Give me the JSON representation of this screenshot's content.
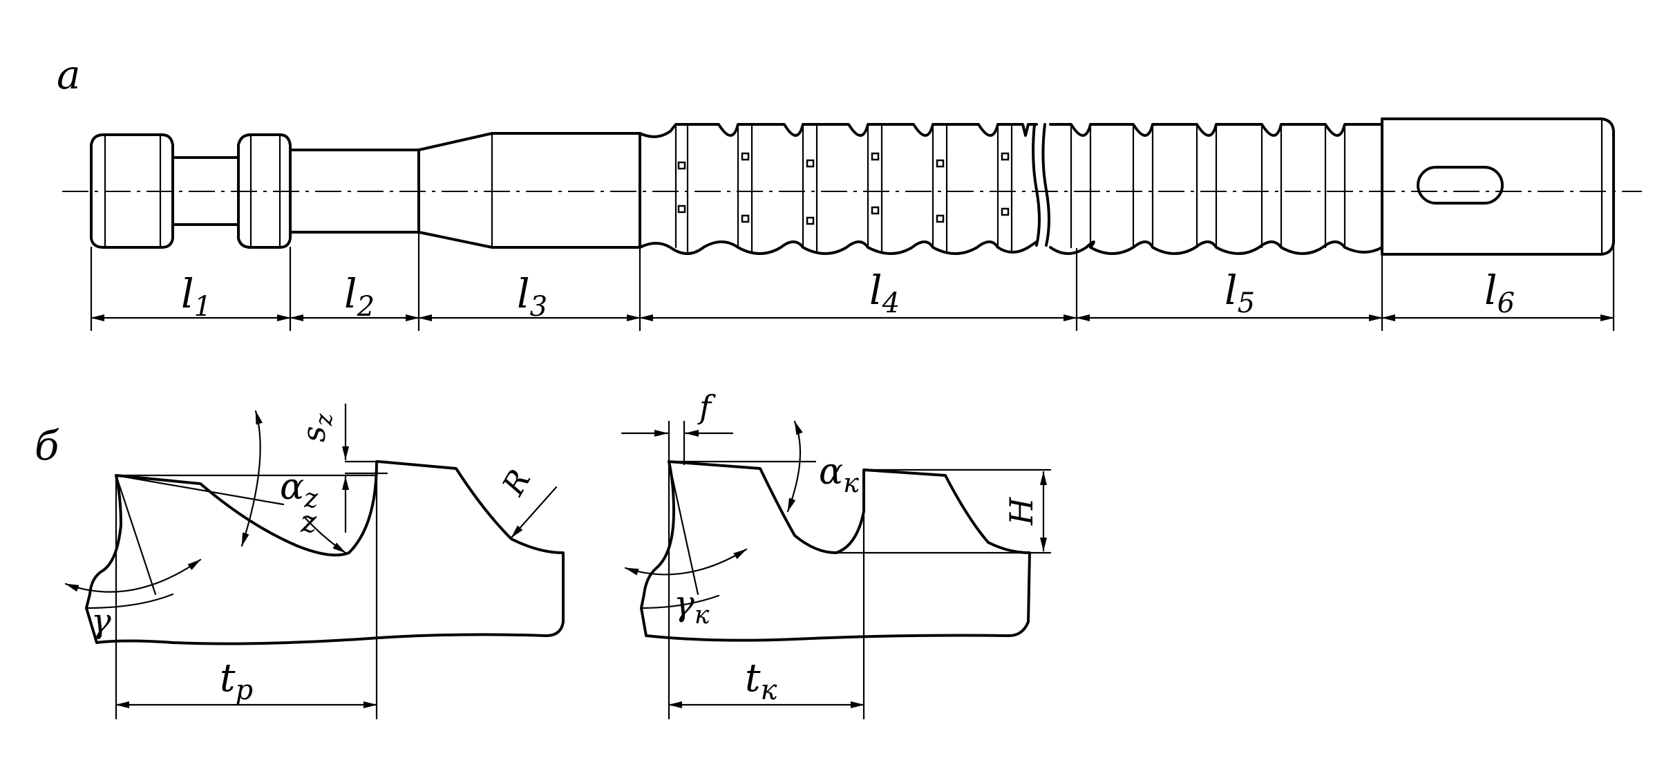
{
  "figure": {
    "part_a_label": "а",
    "part_b_label": "б"
  },
  "dimensions": {
    "l1": "l",
    "l1_sub": "1",
    "l2": "l",
    "l2_sub": "2",
    "l3": "l",
    "l3_sub": "3",
    "l4": "l",
    "l4_sub": "4",
    "l5": "l",
    "l5_sub": "5",
    "l6": "l",
    "l6_sub": "6"
  },
  "roughing_tooth": {
    "gamma": "γ",
    "alpha": "α",
    "alpha_sub": "z",
    "sz": "s",
    "sz_sub": "z",
    "z": "z",
    "r": "R",
    "pitch": "t",
    "pitch_sub": "р"
  },
  "calibrating_tooth": {
    "f": "f",
    "alpha": "α",
    "alpha_sub": "к",
    "gamma": "γ",
    "gamma_sub": "к",
    "h": "H",
    "pitch": "t",
    "pitch_sub": "к"
  }
}
